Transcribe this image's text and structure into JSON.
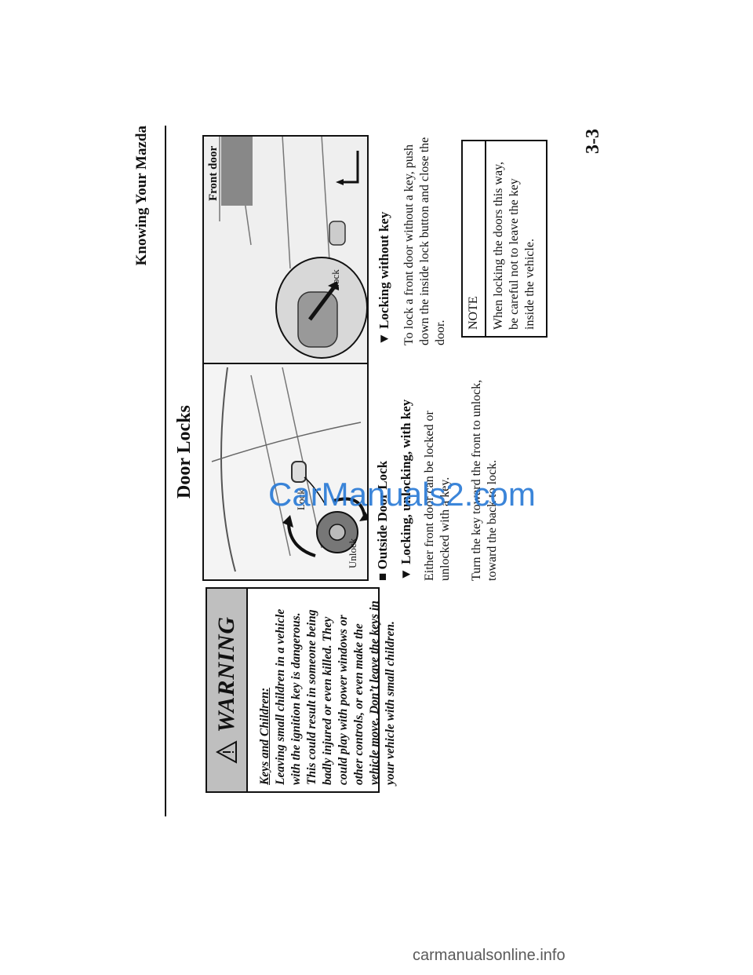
{
  "header": {
    "title": "Knowing Your Mazda"
  },
  "page_number": "3-3",
  "warning": {
    "title": "WARNING",
    "subtitle": "Keys and Children:",
    "body": "Leaving small children in a vehicle with the ignition key is dangerous. This could result in someone being badly injured or even killed. They could play with power windows or other controls, or even make the vehicle move. Don’t leave the keys in your vehicle with small children."
  },
  "section_title": "Door Locks",
  "figure1": {
    "label_unlock": "Unlock",
    "label_lock": "Lock"
  },
  "figure2": {
    "label_front_door": "Front door",
    "label_lock": "Lock"
  },
  "outside": {
    "heading": "Outside Door Lock",
    "sub_heading": "Locking, unlocking, with key",
    "para1": "Either front door can be locked or unlocked with a key.",
    "para2": "Turn the key toward the front to unlock, toward the back to lock."
  },
  "without_key": {
    "heading": "Locking without key",
    "para": "To lock a front door without a key, push down the inside lock button and close the door."
  },
  "note": {
    "title": "NOTE",
    "body": "When locking the doors this way, be careful not to leave the key inside the vehicle."
  },
  "watermarks": {
    "center": "CarManuals2.com",
    "bottom": "carmanualsonline.info"
  },
  "colors": {
    "watermark_blue": "#2b7bd6",
    "warning_header": "#bfbfbf"
  }
}
